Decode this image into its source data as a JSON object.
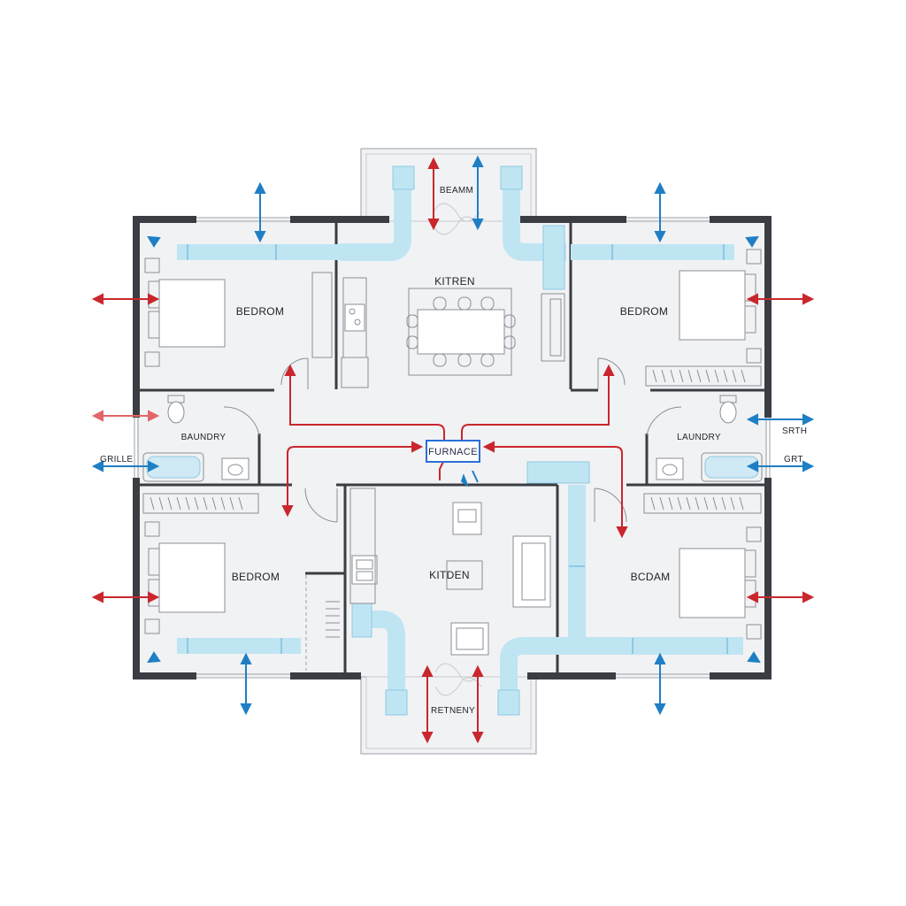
{
  "labels": {
    "north_bay": "BEAMM",
    "kitchen_top": "KITREN",
    "bedroom_nw": "BEDROM",
    "bedroom_ne": "BEDROM",
    "laundry_w": "BAUNDRY",
    "laundry_e": "LAUNDRY",
    "furnace": "FURNACE",
    "bedroom_sw": "BEDROM",
    "kitchen_bottom": "KITDEN",
    "bedroom_se": "BCDAM",
    "south_bay": "RETNENY",
    "grille_w": "GRILLE",
    "srth_e": "SRTH",
    "grt_e": "GRT"
  },
  "colors": {
    "wall": "#3a3d42",
    "floor": "#f1f2f4",
    "supply_air": "#c9272d",
    "return_air": "#1f7fc4",
    "duct": "#bfe5f3",
    "furnace_border": "#2b6fd6"
  },
  "icons": [
    "bed-icon",
    "toilet-icon",
    "bathtub-icon",
    "sink-icon",
    "dining-table-icon",
    "sofa-icon",
    "stove-icon",
    "door-swing-icon",
    "airflow-arrow-icon"
  ]
}
